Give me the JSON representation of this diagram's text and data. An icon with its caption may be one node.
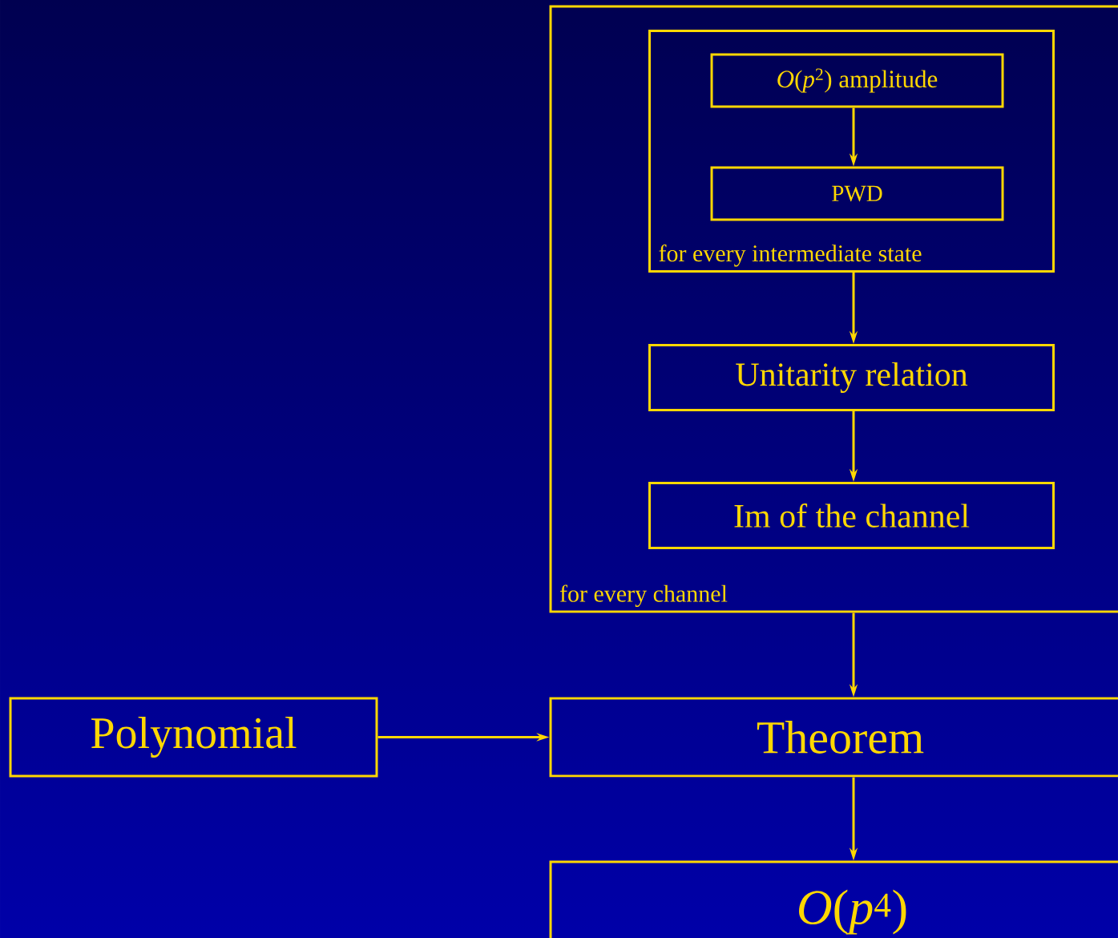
{
  "diagram": {
    "nodes": [
      {
        "text": [
          "for every channel"
        ]
      },
      {
        "text": [
          "for every intermediate state"
        ],
        "in": 0
      },
      {
        "text": [
          "*O*(*p*$^{2}$) amplitude"
        ],
        "in": 1
      },
      {
        "text": [
          "PWD"
        ],
        "in": 1
      },
      {
        "text": [
          "Unitarity relation"
        ],
        "in": 0
      },
      {
        "text": [
          "Im of the channel"
        ],
        "in": 0
      },
      {
        "text": [
          "Polynomial"
        ]
      },
      {
        "text": [
          "Theorem"
        ]
      },
      {
        "text": [
          "*O*(*p*$^{4}$)"
        ]
      }
    ],
    "edges": [
      {
        "from": 2,
        "to": 3,
        "arrow": "to"
      },
      {
        "from": 1,
        "to": 4,
        "arrow": "to"
      },
      {
        "from": 4,
        "to": 5,
        "arrow": "to"
      },
      {
        "from": 0,
        "to": 7,
        "arrow": "to"
      },
      {
        "from": 6,
        "to": 7,
        "arrow": "to"
      },
      {
        "from": 7,
        "to": 8,
        "arrow": "to"
      }
    ]
  }
}
